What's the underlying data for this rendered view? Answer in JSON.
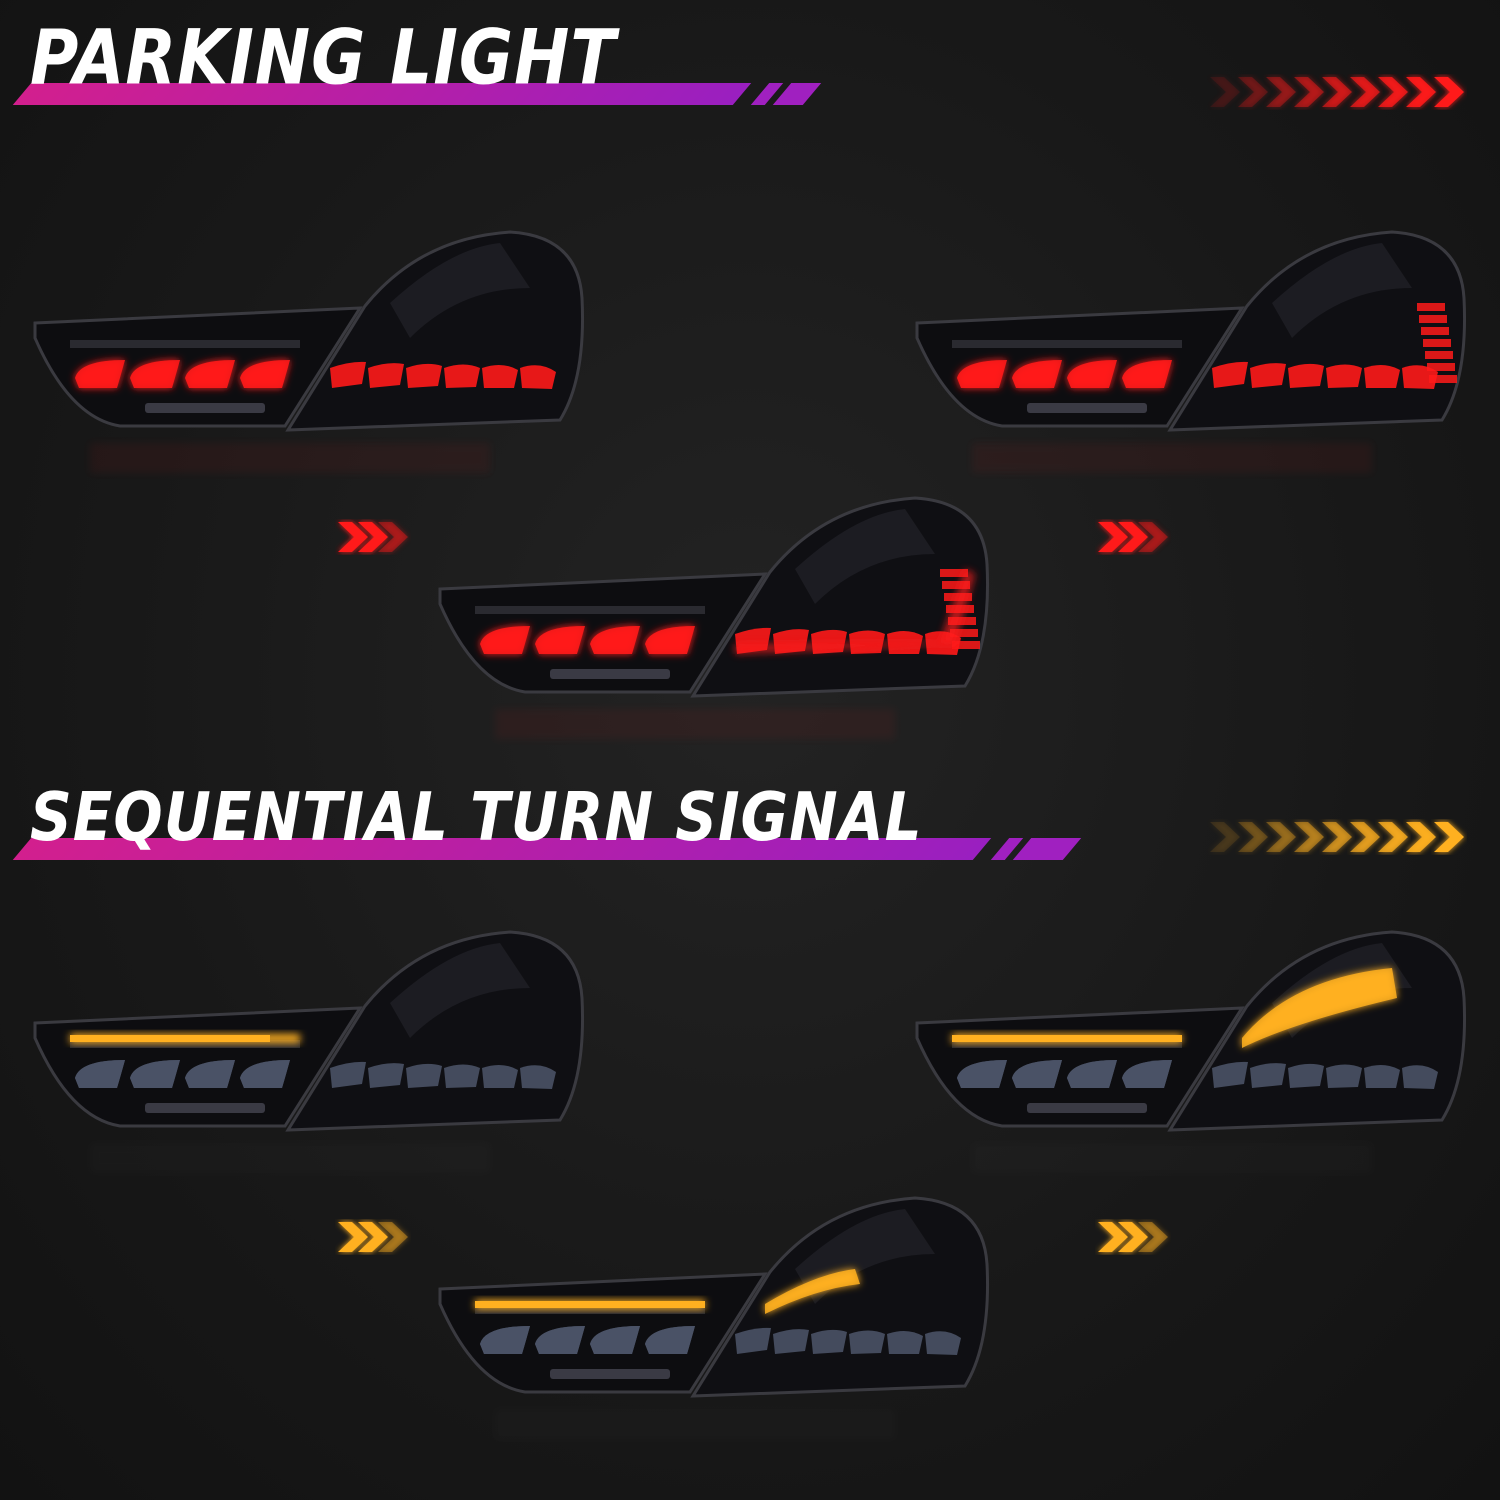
{
  "sections": [
    {
      "title": "PARKING LIGHT",
      "color": "#ff1a1a"
    },
    {
      "title": "SEQUENTIAL TURN SIGNAL",
      "color": "#ffb020"
    }
  ],
  "lamps": [
    {
      "mode": "parking",
      "step": 1
    },
    {
      "mode": "parking",
      "step": 2
    },
    {
      "mode": "parking",
      "step": 3
    },
    {
      "mode": "turn",
      "step": 1
    },
    {
      "mode": "turn",
      "step": 3
    },
    {
      "mode": "turn",
      "step": 2
    }
  ]
}
